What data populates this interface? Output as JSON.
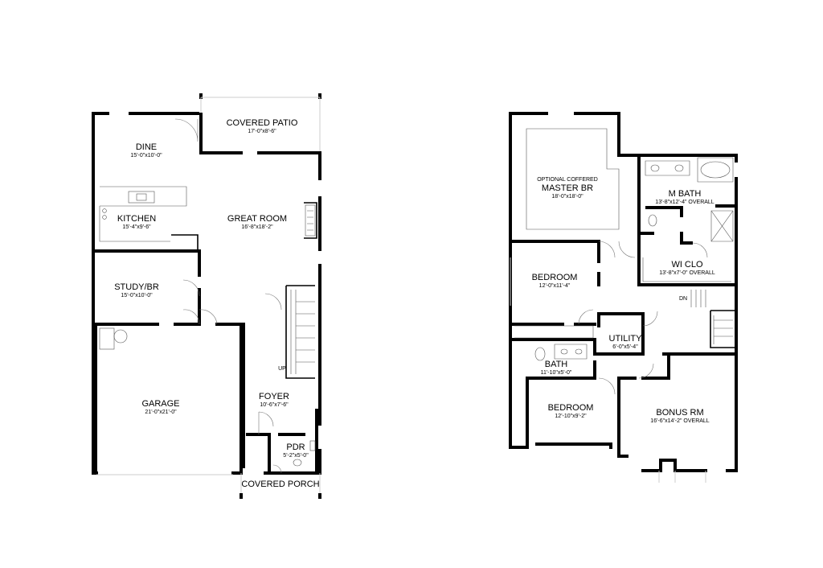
{
  "first_floor": {
    "covered_patio": {
      "name": "COVERED PATIO",
      "dims": "17'-0\"x8'-6\""
    },
    "dine": {
      "name": "DINE",
      "dims": "15'-0\"x10'-0\""
    },
    "kitchen": {
      "name": "KITCHEN",
      "dims": "15'-4\"x9'-6\""
    },
    "great_room": {
      "name": "GREAT ROOM",
      "dims": "16'-8\"x18'-2\""
    },
    "study": {
      "name": "STUDY/BR",
      "dims": "15'-0\"x10'-0\""
    },
    "garage": {
      "name": "GARAGE",
      "dims": "21'-0\"x21'-0\""
    },
    "stair_label": "UP",
    "foyer": {
      "name": "FOYER",
      "dims": "10'-6\"x7'-6\""
    },
    "pdr": {
      "name": "PDR",
      "dims": "5'-2\"x5'-0\""
    },
    "covered_porch": {
      "name": "COVERED PORCH"
    }
  },
  "second_floor": {
    "master_br": {
      "note": "OPTIONAL COFFERED",
      "name": "MASTER BR",
      "dims": "18'-0\"x18'-0\""
    },
    "m_bath": {
      "name": "M BATH",
      "dims": "13'-8\"x12'-4\" OVERALL"
    },
    "wi_clo": {
      "name": "WI CLO",
      "dims": "13'-8\"x7'-0\" OVERALL"
    },
    "bedroom_1": {
      "name": "BEDROOM",
      "dims": "12'-0\"x11'-4\""
    },
    "stair_label": "DN",
    "utility": {
      "name": "UTILITY",
      "dims": "6'-0\"x5'-4\""
    },
    "bath": {
      "name": "BATH",
      "dims": "11'-10\"x5'-0\""
    },
    "bedroom_2": {
      "name": "BEDROOM",
      "dims": "12'-10\"x9'-2\""
    },
    "bonus_rm": {
      "name": "BONUS RM",
      "dims": "16'-6\"x14'-2\" OVERALL"
    }
  }
}
